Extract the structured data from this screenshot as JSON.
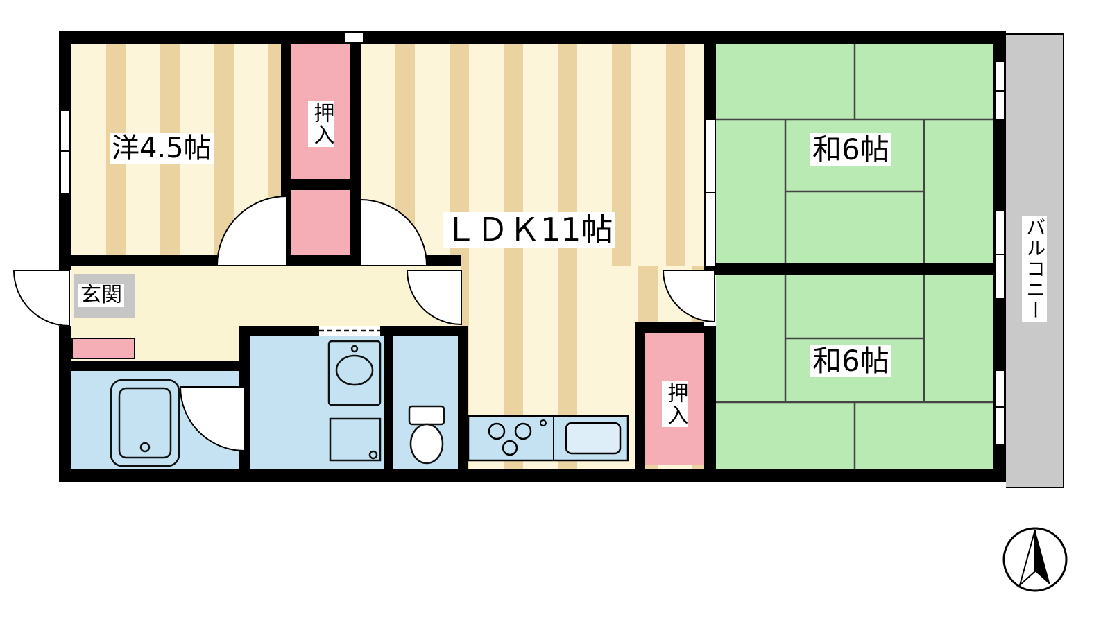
{
  "floorplan": {
    "rooms": {
      "western_room": {
        "label": "洋4.5帖"
      },
      "ldk": {
        "label": "ＬＤＫ11帖"
      },
      "tatami_top": {
        "label": "和6帖"
      },
      "tatami_bottom": {
        "label": "和6帖"
      },
      "closet_top": {
        "label": "押入"
      },
      "closet_bottom": {
        "label": "押入"
      },
      "entrance": {
        "label": "玄関"
      },
      "balcony": {
        "label": "バルコニー"
      }
    },
    "colors": {
      "wall": "#000000",
      "stripe_light": "#fcf5da",
      "stripe_dark": "#ead3a0",
      "tatami_green": "#b9eab3",
      "closet_pink": "#f5aeb6",
      "water_blue": "#c5e2f2",
      "hallway_yellow": "#faf4d3",
      "balcony_gray": "#c9c9c9",
      "entrance_gray": "#c6c6c6"
    }
  }
}
